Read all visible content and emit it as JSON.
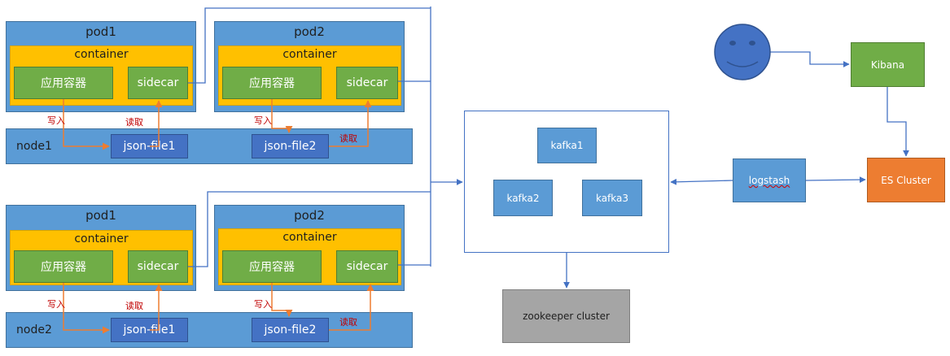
{
  "nodes": [
    {
      "label": "node1",
      "pods": [
        {
          "label": "pod1",
          "container": "container",
          "app": "应用容器",
          "sidecar": "sidecar",
          "file": "json-file1",
          "write": "写入",
          "read": "读取"
        },
        {
          "label": "pod2",
          "container": "container",
          "app": "应用容器",
          "sidecar": "sidecar",
          "file": "json-file2",
          "write": "写入",
          "read": "读取"
        }
      ]
    },
    {
      "label": "node2",
      "pods": [
        {
          "label": "pod1",
          "container": "container",
          "app": "应用容器",
          "sidecar": "sidecar",
          "file": "json-file1",
          "write": "写入",
          "read": "读取"
        },
        {
          "label": "pod2",
          "container": "container",
          "app": "应用容器",
          "sidecar": "sidecar",
          "file": "json-file2",
          "write": "写入",
          "read": "读取"
        }
      ]
    }
  ],
  "kafka": {
    "brokers": [
      "kafka1",
      "kafka2",
      "kafka3"
    ]
  },
  "zookeeper": "zookeeper cluster",
  "logstash": "logstash",
  "es": "ES Cluster",
  "kibana": "Kibana",
  "user_icon": "smiley-user-icon",
  "colors": {
    "node": "#5b9bd5",
    "container": "#ffc000",
    "app": "#70ad47",
    "file": "#4472c4",
    "es": "#ed7d31",
    "zookeeper": "#a5a5a5",
    "write_arrow": "#ed7d31",
    "flow_arrow": "#4472c4"
  }
}
